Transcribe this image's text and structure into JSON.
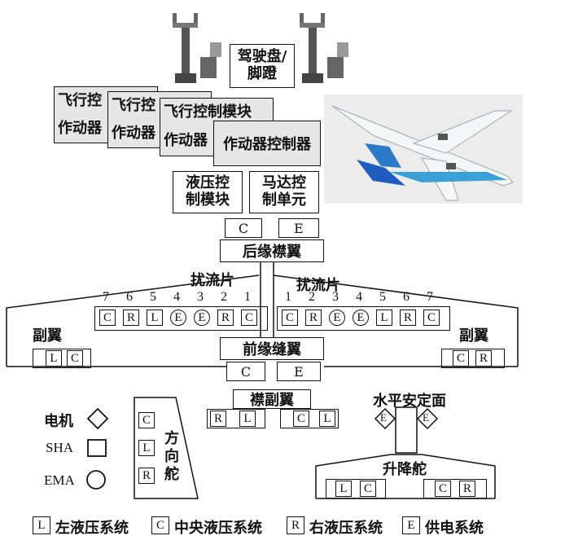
{
  "cockpit": {
    "label_line1": "驾驶盘/",
    "label_line2": "脚蹬"
  },
  "fcm": {
    "box1_top": "飞行控",
    "box1_bottom": "作动器",
    "box2_top": "飞行控",
    "box2_bottom": "作动器",
    "box3_top": "飞行控制模块",
    "box3_bottom": "作动器",
    "actuator_controller": "作动器控制器"
  },
  "hydraulic_module": {
    "line1": "液压控",
    "line2": "制模块"
  },
  "motor_unit": {
    "line1": "马达控",
    "line2": "制单元"
  },
  "trailing_flap": {
    "label": "后缘襟翼",
    "sys_left": "C",
    "sys_right": "E"
  },
  "spoiler_left": {
    "label": "扰流片",
    "numbers": [
      "7",
      "6",
      "5",
      "4",
      "3",
      "2",
      "1"
    ],
    "systems": [
      "C",
      "R",
      "L",
      "E",
      "E",
      "R",
      "C"
    ]
  },
  "spoiler_right": {
    "label": "扰流片",
    "numbers": [
      "1",
      "2",
      "3",
      "4",
      "5",
      "6",
      "7"
    ],
    "systems": [
      "C",
      "R",
      "E",
      "E",
      "L",
      "R",
      "C"
    ]
  },
  "aileron_left": {
    "label": "副翼",
    "systems": [
      "L",
      "C"
    ]
  },
  "aileron_right": {
    "label": "副翼",
    "systems": [
      "C",
      "R"
    ]
  },
  "leading_slat": {
    "label": "前缘缝翼",
    "sys_left": "C",
    "sys_right": "E"
  },
  "flaperon": {
    "label": "襟副翼",
    "left": [
      "R",
      "L"
    ],
    "right": [
      "C",
      "L"
    ]
  },
  "rudder": {
    "label_chars": [
      "方",
      "向",
      "舵"
    ],
    "systems": [
      "C",
      "L",
      "R"
    ]
  },
  "stabilizer": {
    "label": "水平安定面",
    "left_sys": "E",
    "right_sys": "E"
  },
  "elevator": {
    "label": "升降舵",
    "left": [
      "L",
      "C"
    ],
    "right": [
      "C",
      "R"
    ]
  },
  "symbols": {
    "motor": "电机",
    "sha": "SHA",
    "ema": "EMA"
  },
  "legend": [
    {
      "letter": "L",
      "text": "左液压系统"
    },
    {
      "letter": "C",
      "text": "中央液压系统"
    },
    {
      "letter": "R",
      "text": "右液压系统"
    },
    {
      "letter": "E",
      "text": "供电系统"
    }
  ]
}
